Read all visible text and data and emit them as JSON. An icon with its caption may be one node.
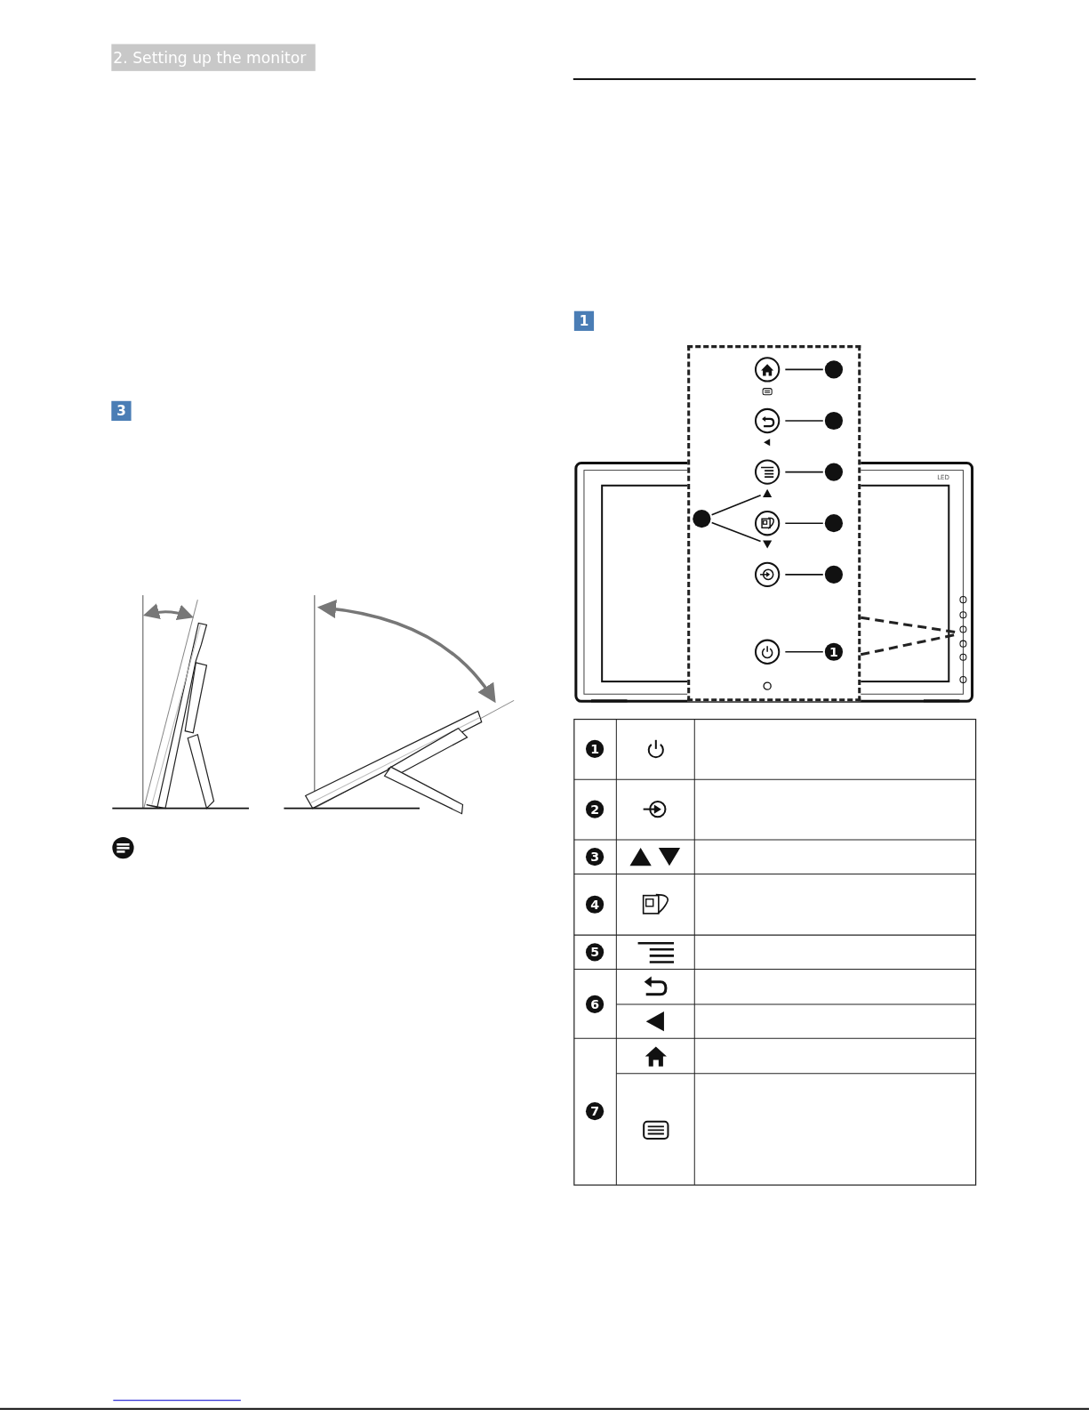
{
  "diagram": {
    "nodes": [
      {
        "text": [],
        "shape": "circle"
      },
      {
        "text": [],
        "shape": "circle"
      },
      {
        "text": [],
        "shape": "circle"
      },
      {
        "text": [],
        "shape": "circle"
      },
      {
        "text": [],
        "shape": "circle"
      },
      {
        "text": [],
        "shape": "circle"
      },
      {
        "text": [],
        "shape": "triangle"
      },
      {
        "text": [],
        "shape": "circle"
      },
      {
        "text": [],
        "shape": "triangle"
      },
      {
        "text": [],
        "shape": "circle"
      },
      {
        "text": [],
        "shape": "circle"
      },
      {
        "text": [],
        "shape": "circle"
      },
      {
        "text": [],
        "shape": "circle"
      },
      {
        "text": [],
        "shape": "circle"
      },
      {
        "text": [
          "1"
        ]
      },
      {
        "text": [
          "1"
        ]
      },
      {
        "text": [
          "2"
        ]
      },
      {
        "text": [
          "3"
        ]
      },
      {
        "text": [
          "4"
        ]
      },
      {
        "text": [
          "5"
        ]
      },
      {
        "text": [
          "6"
        ]
      },
      {
        "text": [
          "7"
        ]
      }
    ],
    "edges": [
      {
        "from": 1,
        "to": 0,
        "arrow": "none"
      },
      {
        "from": 3,
        "to": 2,
        "arrow": "none"
      },
      {
        "from": 5,
        "to": 4,
        "arrow": "none"
      },
      {
        "from": 7,
        "to": 6,
        "arrow": "none"
      },
      {
        "from": 7,
        "to": 8,
        "arrow": "none"
      },
      {
        "from": 10,
        "to": 9,
        "arrow": "none"
      },
      {
        "from": 12,
        "to": 11,
        "arrow": "none"
      },
      {
        "from": 14,
        "to": 13,
        "arrow": "none"
      }
    ],
    "labels": [
      "2. Setting up the monitor",
      "3",
      "1",
      "LED"
    ]
  }
}
